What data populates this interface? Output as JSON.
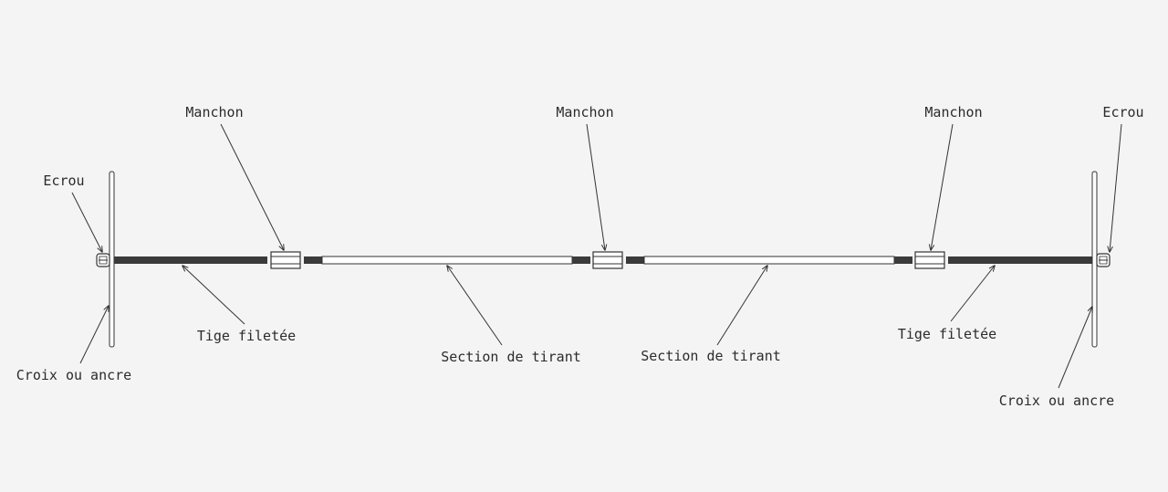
{
  "labels": {
    "manchon_left": "Manchon",
    "manchon_center": "Manchon",
    "manchon_right": "Manchon",
    "ecrou_left": "Ecrou",
    "ecrou_right": "Ecrou",
    "tige_left": "Tige filetée",
    "tige_right": "Tige filetée",
    "section_left": "Section de tirant",
    "section_right": "Section de tirant",
    "croix_left": "Croix ou ancre",
    "croix_right": "Croix ou ancre"
  },
  "colors": {
    "background": "#f4f4f4",
    "line": "#333333",
    "thread": "#3a3a3a",
    "bar_fill": "#ffffff"
  }
}
